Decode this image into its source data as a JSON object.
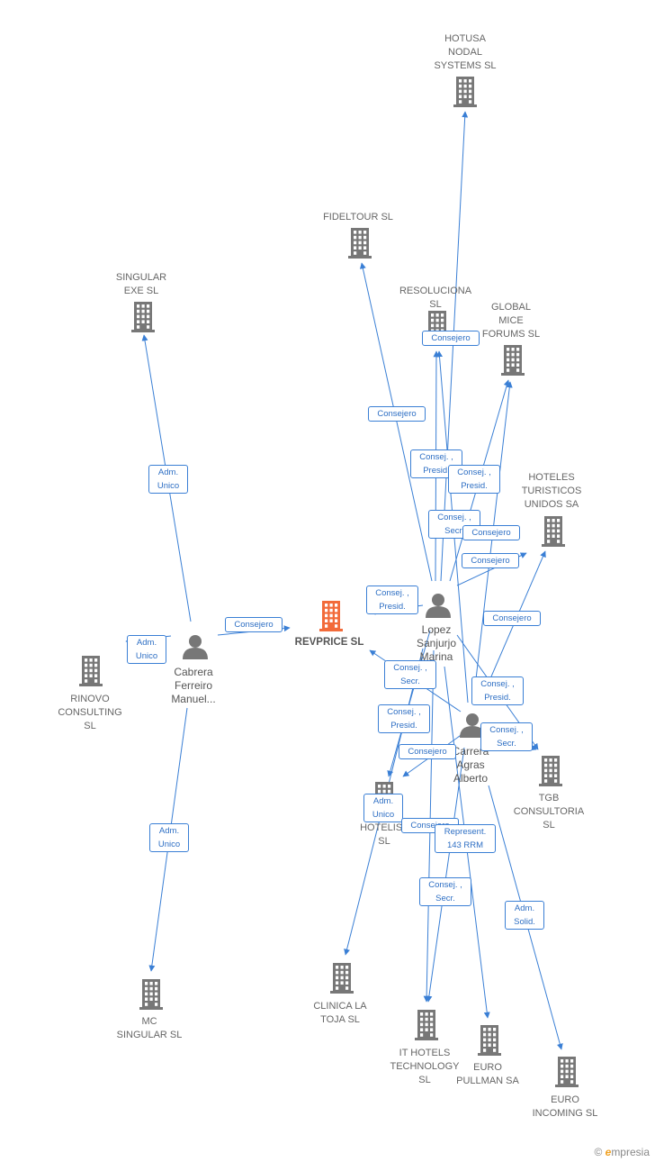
{
  "colors": {
    "edge": "#3a7fd5",
    "company": "#777777",
    "focus": "#f26b3a",
    "person": "#777777"
  },
  "companies": [
    {
      "id": "hotusa",
      "label": "HOTUSA\nNODAL\nSYSTEMS  SL",
      "icon": "building-icon"
    },
    {
      "id": "fideltour",
      "label": "FIDELTOUR  SL",
      "icon": "building-icon"
    },
    {
      "id": "singular_exe",
      "label": "SINGULAR\nEXE  SL",
      "icon": "building-icon"
    },
    {
      "id": "resoluciona",
      "label": "RESOLUCIONA\nSL",
      "icon": "building-icon"
    },
    {
      "id": "global_mice",
      "label": "GLOBAL\nMICE\nFORUMS  SL",
      "icon": "building-icon"
    },
    {
      "id": "hoteles_turisticos",
      "label": "HOTELES\nTURISTICOS\nUNIDOS SA",
      "icon": "building-icon"
    },
    {
      "id": "revprice",
      "label": "REVPRICE  SL",
      "icon": "building-icon",
      "focus": true
    },
    {
      "id": "rinovo",
      "label": "RINOVO\nCONSULTING\nSL",
      "icon": "building-icon"
    },
    {
      "id": "tgb",
      "label": "TGB\nCONSULTORIA\nSL",
      "icon": "building-icon"
    },
    {
      "id": "hotelist",
      "label": "HOTELIST\nSL",
      "icon": "building-icon"
    },
    {
      "id": "clinica",
      "label": "CLINICA LA\nTOJA  SL",
      "icon": "building-icon"
    },
    {
      "id": "mc_singular",
      "label": "MC\nSINGULAR  SL",
      "icon": "building-icon"
    },
    {
      "id": "it_hotels",
      "label": "IT HOTELS\nTECHNOLOGY\nSL",
      "icon": "building-icon"
    },
    {
      "id": "euro_pullman",
      "label": "EURO\nPULLMAN SA",
      "icon": "building-icon"
    },
    {
      "id": "euro_incoming",
      "label": "EURO\nINCOMING  SL",
      "icon": "building-icon"
    }
  ],
  "persons": [
    {
      "id": "cabrera",
      "label": "Cabrera\nFerreiro\nManuel...",
      "icon": "person-icon"
    },
    {
      "id": "lopez",
      "label": "Lopez\nSanjurjo\nMarina",
      "icon": "person-icon"
    },
    {
      "id": "carrera",
      "label": "Carrera\nAgras\nAlberto",
      "icon": "person-icon"
    }
  ],
  "relations": [
    {
      "id": "r1",
      "from": "cabrera",
      "to": "singular_exe",
      "label": "Adm.\nUnico"
    },
    {
      "id": "r2",
      "from": "cabrera",
      "to": "rinovo",
      "label": "Adm.\nUnico"
    },
    {
      "id": "r3",
      "from": "cabrera",
      "to": "revprice",
      "label": "Consejero"
    },
    {
      "id": "r4",
      "from": "cabrera",
      "to": "mc_singular",
      "label": "Adm.\nUnico"
    },
    {
      "id": "r5",
      "from": "lopez",
      "to": "fideltour",
      "label": "Consejero"
    },
    {
      "id": "r6",
      "from": "lopez",
      "to": "hotusa",
      "label": "Consejero"
    },
    {
      "id": "r7",
      "from": "lopez",
      "to": "resoluciona",
      "label": "Consej. ,\nPresid."
    },
    {
      "id": "r8",
      "from": "lopez",
      "to": "global_mice",
      "label": "Consej. ,\nPresid."
    },
    {
      "id": "r9",
      "from": "carrera",
      "to": "resoluciona",
      "label": "Consej. ,\nSecr."
    },
    {
      "id": "r10",
      "from": "carrera",
      "to": "global_mice",
      "label": "Consejero"
    },
    {
      "id": "r11",
      "from": "lopez",
      "to": "hoteles_turisticos",
      "label": "Consejero"
    },
    {
      "id": "r12",
      "from": "lopez",
      "to": "revprice",
      "label": "Consej. ,\nPresid."
    },
    {
      "id": "r13",
      "from": "carrera",
      "to": "hoteles_turisticos",
      "label": "Consejero"
    },
    {
      "id": "r14",
      "from": "carrera",
      "to": "revprice",
      "label": "Consej. ,\nSecr."
    },
    {
      "id": "r15",
      "from": "lopez",
      "to": "hotelist",
      "label": "Consej. ,\nPresid."
    },
    {
      "id": "r16",
      "from": "lopez",
      "to": "tgb",
      "label": "Consej. ,\nPresid."
    },
    {
      "id": "r17",
      "from": "carrera",
      "to": "hotelist",
      "label": "Consejero"
    },
    {
      "id": "r18",
      "from": "carrera",
      "to": "tgb",
      "label": "Consej. ,\nSecr."
    },
    {
      "id": "r19",
      "from": "lopez",
      "to": "clinica",
      "label": "Adm.\nUnico"
    },
    {
      "id": "r20",
      "from": "lopez",
      "to": "it_hotels",
      "label": "Consejero"
    },
    {
      "id": "r21",
      "from": "lopez",
      "to": "euro_pullman",
      "label": "Represent.\n143 RRM"
    },
    {
      "id": "r22",
      "from": "carrera",
      "to": "it_hotels",
      "label": "Consej. ,\nSecr."
    },
    {
      "id": "r23",
      "from": "carrera",
      "to": "euro_incoming",
      "label": "Adm.\nSolid."
    }
  ],
  "footer": {
    "copyright": "©",
    "brand_e": "e",
    "brand_rest": "mpresia"
  }
}
